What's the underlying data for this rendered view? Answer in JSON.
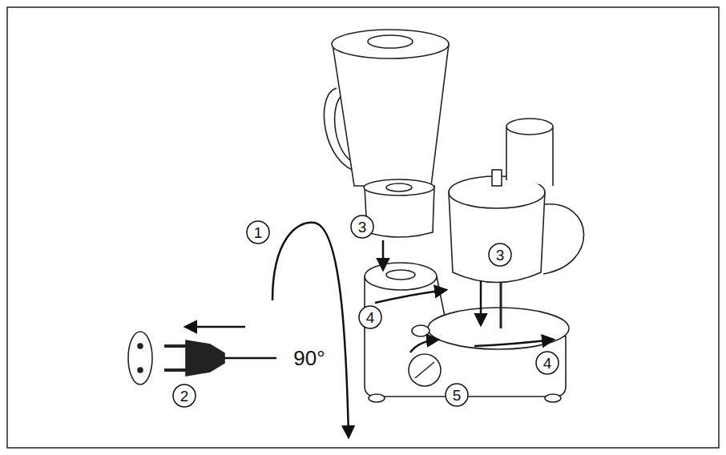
{
  "diagram": {
    "labels": [
      "1",
      "3",
      "3",
      "4",
      "4",
      "5",
      "2",
      "90°"
    ]
  }
}
